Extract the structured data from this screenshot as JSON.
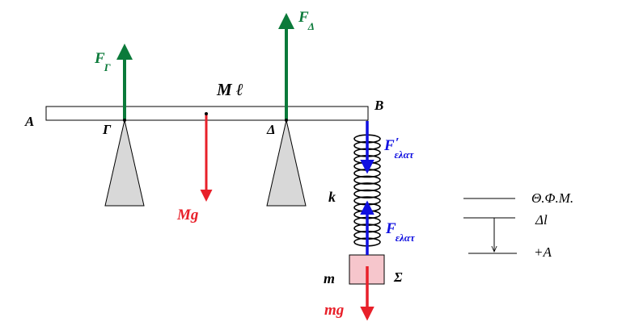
{
  "labels": {
    "point_a": "A",
    "point_b": "B",
    "point_gamma": "Γ",
    "point_delta": "Δ",
    "beam": "M ℓ",
    "spring_k": "k",
    "mass_m": "m",
    "sigma": "Σ",
    "force_gamma": {
      "main": "F",
      "sub": "Γ"
    },
    "force_delta": {
      "main": "F",
      "sub": "Δ"
    },
    "force_mg_beam": "Mg",
    "force_spring_up": {
      "main": "F",
      "sub": "ελατ"
    },
    "force_spring_down": {
      "main": "F",
      "prime": "′",
      "sub": "ελατ"
    },
    "force_mg_mass": "mg",
    "level_natural": "Θ.Φ.Μ.",
    "level_dl": "Δl",
    "level_amp": "+A"
  },
  "colors": {
    "green": "#0b7a3a",
    "red": "#e8202a",
    "blue": "#1010e0",
    "support": "#d8d8d8",
    "mass_box": "#f6c6cc",
    "ink": "#000000"
  }
}
